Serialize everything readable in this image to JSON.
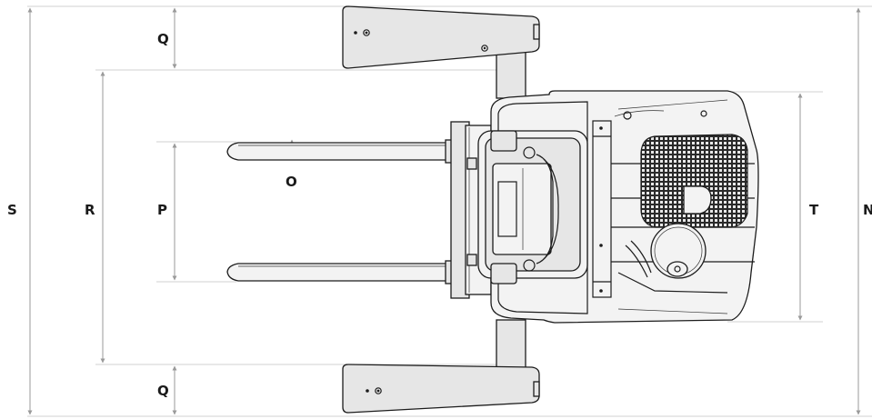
{
  "labels": {
    "S": "S",
    "R": "R",
    "P": "P",
    "O": "O",
    "Q_top": "Q",
    "Q_bottom": "Q",
    "T": "T",
    "N": "N"
  }
}
